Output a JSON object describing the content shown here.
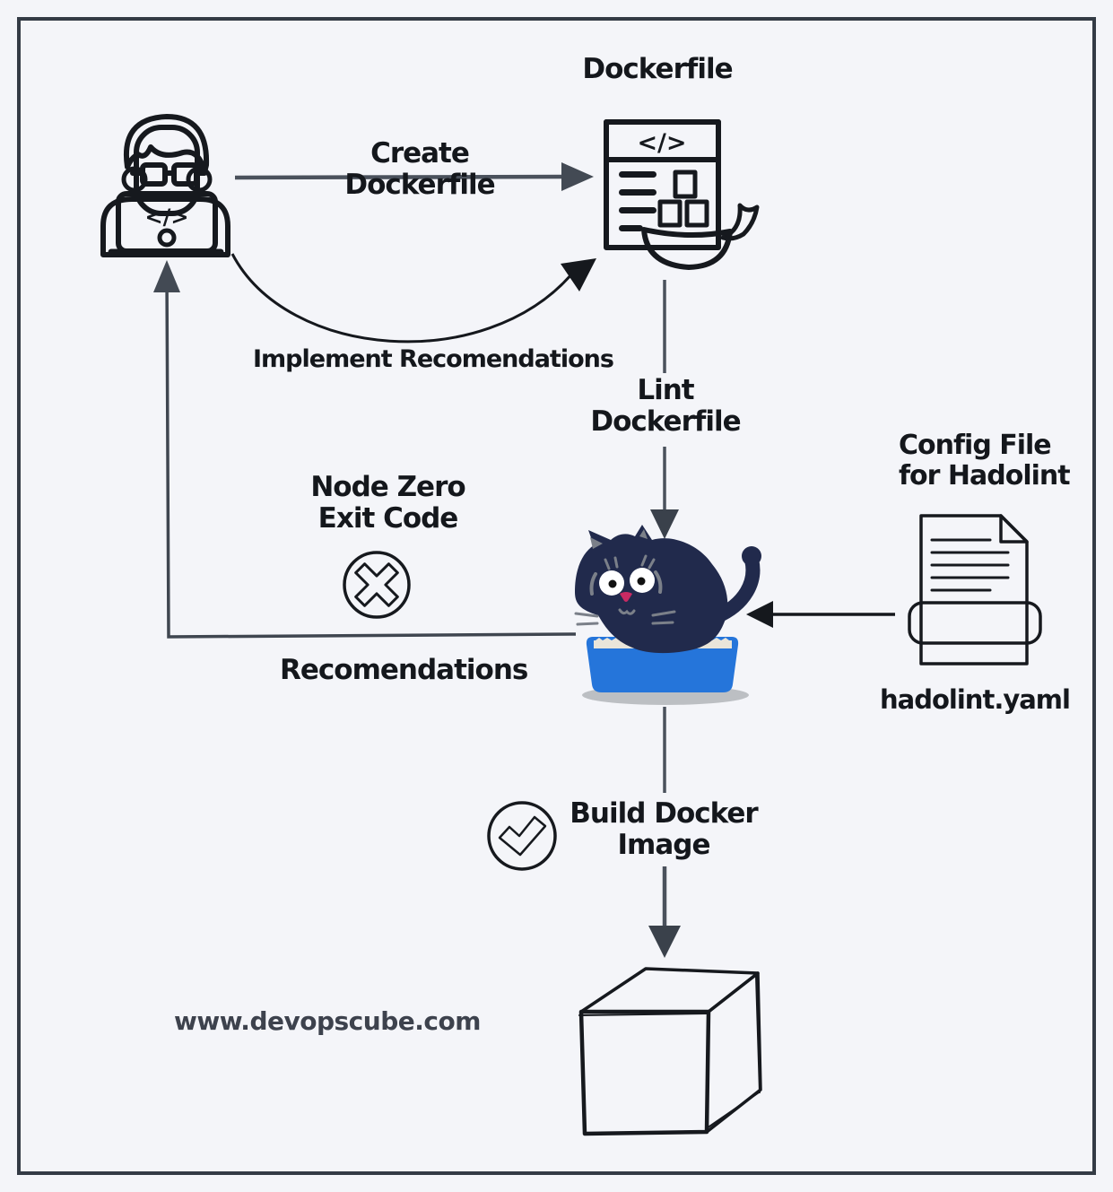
{
  "colors": {
    "background": "#f4f5f9",
    "border": "#343b45",
    "ink": "#14171c",
    "arrow_dark": "#49505b",
    "arrow_black": "#15181d",
    "dockerfile_header": "#b3b175",
    "dockerfile_body": "#f9a50a",
    "teal": "#45b9c9",
    "config_band_teal": "#2ba9bd",
    "cat_navy": "#212a4c",
    "litter_box_blue": "#2575da",
    "error_red": "#f45e5e",
    "success_green": "#27b383",
    "cube_cream": "#f6efca"
  },
  "nodes": {
    "developer": {
      "code_glyph": "</>"
    },
    "dockerfile": {
      "title": "Dockerfile",
      "code_glyph": "</>"
    },
    "config_file": {
      "label_line1": "Config File",
      "label_line2": "for Hadolint",
      "filename": "hadolint.yaml"
    }
  },
  "edges": {
    "create": {
      "line1": "Create",
      "line2": "Dockerfile"
    },
    "lint": {
      "line1": "Lint",
      "line2": "Dockerfile"
    },
    "implement": {
      "label": "Implement Recomendations"
    },
    "recomendations": {
      "label": "Recomendations",
      "status_line1": "Node Zero",
      "status_line2": "Exit Code"
    },
    "build": {
      "line1": "Build Docker",
      "line2": "Image"
    }
  },
  "watermark": "www.devopscube.com"
}
